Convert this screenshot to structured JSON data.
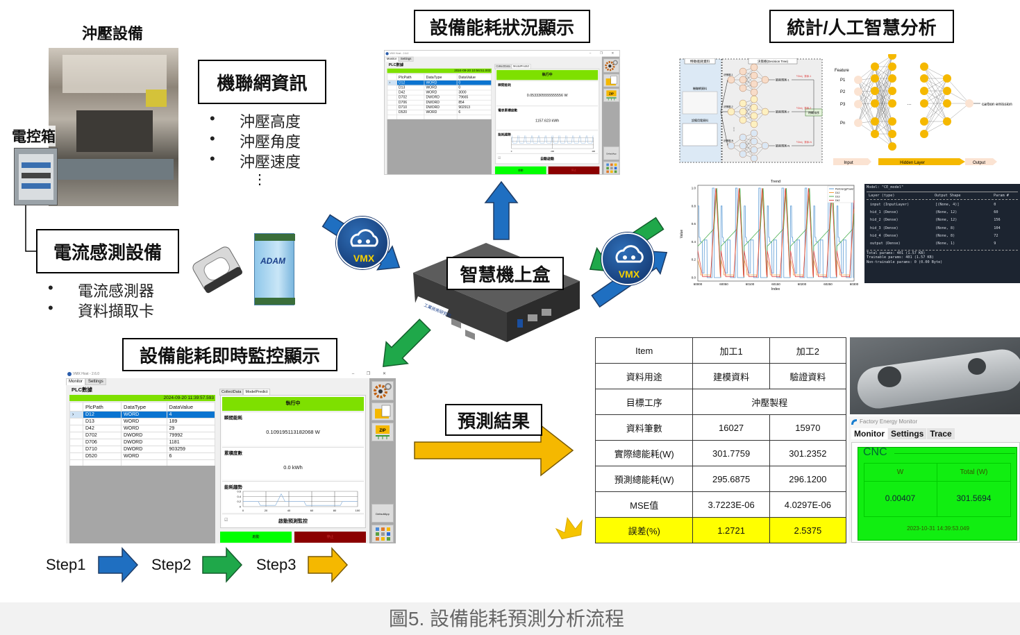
{
  "caption": "圖5. 設備能耗預測分析流程",
  "press": {
    "title": "沖壓設備",
    "control_box": "電控箱"
  },
  "iot_info": {
    "title": "機聯網資訊",
    "bullet": "•",
    "items": [
      "沖壓高度",
      "沖壓角度",
      "沖壓速度"
    ],
    "more": "⋮"
  },
  "sensor": {
    "title": "電流感測設備",
    "bullet": "•",
    "items": [
      "電流感測器",
      "資料擷取卡"
    ],
    "adam_label": "ADAM"
  },
  "status_display_title": "設備能耗狀況顯示",
  "ai_title": "統計/人工智慧分析",
  "gateway": {
    "title": "智慧機上盒",
    "vmx": "VMX",
    "sticker": "工業技術研究院"
  },
  "realtime_title": "設備能耗即時監控顯示",
  "prediction_title": "預測結果",
  "steps": [
    "Step1",
    "Step2",
    "Step3"
  ],
  "colors": {
    "blue": "#1f6fc1",
    "green": "#1fa84a",
    "yellow": "#f5b800",
    "run_green": "#7ee000",
    "highlight": "#ffff00"
  },
  "top_monitor": {
    "app_title": "VMX Host - 2.6.0",
    "window_controls": "– ❐ ✕",
    "menu": [
      "Monitor",
      "Settings"
    ],
    "plc_label": "PLC數據",
    "timestamp": "2024-09-20 10:56:51.003",
    "columns": [
      "PlcPath",
      "DataType",
      "DataValue"
    ],
    "rows": [
      [
        "D12",
        "WORD",
        "0"
      ],
      [
        "D13",
        "WORD",
        "0"
      ],
      [
        "D42",
        "WORD",
        "3000"
      ],
      [
        "D702",
        "DWORD",
        "79665"
      ],
      [
        "D706",
        "DWORD",
        "854"
      ],
      [
        "D710",
        "DWORD",
        "902913"
      ],
      [
        "D520",
        "WORD",
        "6"
      ]
    ],
    "tabs": [
      "CollectData",
      "ModelPredict"
    ],
    "status": "執行中",
    "power_label": "瞬間能耗",
    "power_value": "0.0533305555555556 W",
    "energy_label": "電表累積度數",
    "energy_value": "1157.623 kWh",
    "trend_label": "能耗趨勢",
    "trend_x": [
      "0",
      "200",
      "400"
    ],
    "trend_y": [],
    "checkbox_label": "自動啟動",
    "start": "啟動",
    "stop": "停止",
    "side_app": "DefaultApp"
  },
  "bottom_monitor": {
    "app_title": "VMX Host - 2.6.0",
    "window_controls": "– ❐ ✕",
    "menu": [
      "Monitor",
      "Settings"
    ],
    "plc_label": "PLC數據",
    "timestamp": "2024-09-20 11:39:57.593",
    "columns": [
      "PlcPath",
      "DataType",
      "DataValue"
    ],
    "rows": [
      [
        "D12",
        "WORD",
        "4"
      ],
      [
        "D13",
        "WORD",
        "189"
      ],
      [
        "D42",
        "WORD",
        "29"
      ],
      [
        "D702",
        "DWORD",
        "79992"
      ],
      [
        "D706",
        "DWORD",
        "1181"
      ],
      [
        "D710",
        "DWORD",
        "903259"
      ],
      [
        "D520",
        "WORD",
        "6"
      ]
    ],
    "tabs": [
      "CollectData",
      "ModelPredict"
    ],
    "status": "執行中",
    "power_label": "瞬間能耗",
    "power_value": "0.109195113182068 W",
    "energy_label": "累積度數",
    "energy_value": "0.0 kWh",
    "trend_label": "能耗趨勢",
    "trend_x": [
      "0",
      "20",
      "40",
      "60",
      "80",
      "100"
    ],
    "trend_y": [
      "0",
      "0.2",
      "0.4",
      "0.6"
    ],
    "checkbox_label": "啟動預測監控",
    "start": "啟動",
    "stop": "停止",
    "side_app": "DefaultApp"
  },
  "decision_tree": {
    "left_title": "特徵/能耗資料",
    "iot_data": "機聯網資料",
    "power_data": "設備用電資料",
    "title": "決策樹(Decision Tree)",
    "trees": [
      "決策樹-1",
      "決策樹-2",
      "決策樹-N"
    ],
    "predictions": [
      "能耗預測-1",
      "能耗預測-2",
      "能耗預測-N"
    ],
    "gini": [
      "「Gini」排序-1",
      "「Gini」排序-2",
      "「Gini」排序-N"
    ],
    "ranking": "特徵排序"
  },
  "neural_net": {
    "feature": "Feature",
    "inputs": [
      "P1",
      "P2",
      "P3",
      "Pn"
    ],
    "output": "carbon emission",
    "dots": "…",
    "stages": [
      "Input",
      "Hidden Layer",
      "Output"
    ]
  },
  "trend": {
    "title": "Trend",
    "xlabel": "Index",
    "ylabel": "Value",
    "x_ticks": [
      "60000",
      "60050",
      "60100",
      "60150",
      "60200",
      "60250",
      "60300"
    ],
    "y_ticks": [
      "0.0",
      "0.2",
      "0.4",
      "0.6",
      "0.8",
      "1.0"
    ],
    "legend": [
      "PerEnergyPower",
      "D12",
      "D13",
      "D42"
    ],
    "series_colors": [
      "#5b9bd5",
      "#f39c3c",
      "#4caf50",
      "#e04848"
    ]
  },
  "model_summary": {
    "model": "Model: \"CE_model\"",
    "headers": [
      "Layer (type)",
      "Output Shape",
      "Param #"
    ],
    "rows": [
      [
        "input (InputLayer)",
        "[(None, 4)]",
        "0"
      ],
      [
        "hid_1 (Dense)",
        "(None, 12)",
        "60"
      ],
      [
        "hid_2 (Dense)",
        "(None, 12)",
        "156"
      ],
      [
        "hid_3 (Dense)",
        "(None, 8)",
        "104"
      ],
      [
        "hid_4 (Dense)",
        "(None, 8)",
        "72"
      ],
      [
        "output (Dense)",
        "(None, 1)",
        "9"
      ]
    ],
    "totals": [
      "Total params: 401 (1.57 KB)",
      "Trainable params: 401 (1.57 KB)",
      "Non-trainable params: 0 (0.00 Byte)"
    ]
  },
  "results_table": {
    "header": [
      "Item",
      "加工1",
      "加工2"
    ],
    "rows": [
      [
        "資料用途",
        "建模資料",
        "驗證資料"
      ],
      [
        "目標工序",
        "沖壓製程"
      ],
      [
        "資料筆數",
        "16027",
        "15970"
      ],
      [
        "實際總能耗(W)",
        "301.7759",
        "301.2352"
      ],
      [
        "預測總能耗(W)",
        "295.6875",
        "296.1200"
      ],
      [
        "MSE值",
        "3.7223E-06",
        "4.0297E-06"
      ],
      [
        "誤差(%)",
        "1.2721",
        "2.5375"
      ]
    ]
  },
  "factory_monitor": {
    "app_title": "Factory Energy Monitor",
    "tabs": [
      "Monitor",
      "Settings",
      "Trace"
    ],
    "machine": "CNC",
    "col_w": "W",
    "col_total": "Total (W)",
    "w_value": "0.00407",
    "total_value": "301.5694",
    "timestamp": "2023-10-31 14:39:53.049"
  }
}
